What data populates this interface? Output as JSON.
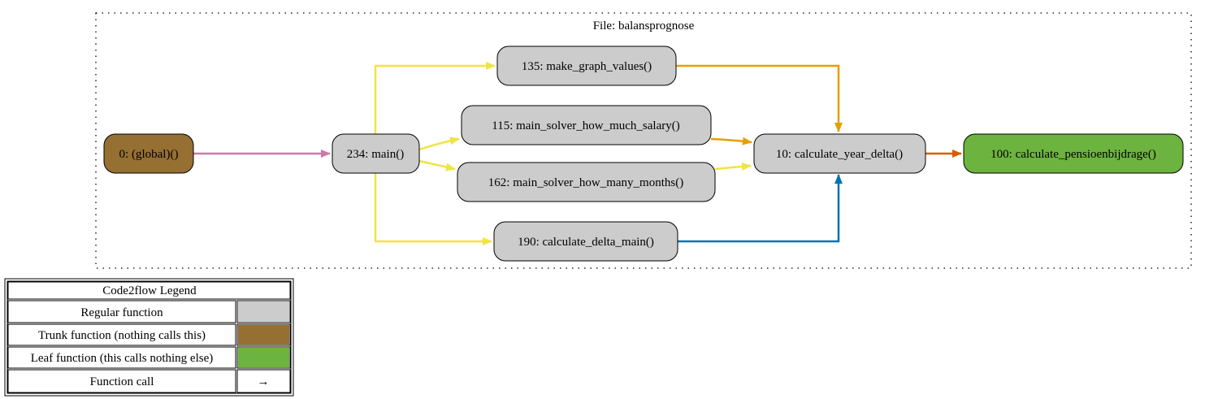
{
  "cluster": {
    "label": "File: balansprognose"
  },
  "nodes": {
    "global": {
      "label": "0: (global)()",
      "kind": "trunk"
    },
    "main": {
      "label": "234: main()",
      "kind": "regular"
    },
    "make_graph_values": {
      "label": "135: make_graph_values()",
      "kind": "regular"
    },
    "main_solver_how_much_salary": {
      "label": "115: main_solver_how_much_salary()",
      "kind": "regular"
    },
    "main_solver_how_many_months": {
      "label": "162: main_solver_how_many_months()",
      "kind": "regular"
    },
    "calculate_delta_main": {
      "label": "190: calculate_delta_main()",
      "kind": "regular"
    },
    "calculate_year_delta": {
      "label": "10: calculate_year_delta()",
      "kind": "regular"
    },
    "calculate_pensioenbijdrage": {
      "label": "100: calculate_pensioenbijdrage()",
      "kind": "leaf"
    }
  },
  "edges": [
    {
      "from": "0: (global)()",
      "to": "234: main()",
      "color": "#cc79a7"
    },
    {
      "from": "234: main()",
      "to": "135: make_graph_values()",
      "color": "#f0e442"
    },
    {
      "from": "234: main()",
      "to": "115: main_solver_how_much_salary()",
      "color": "#f0e442"
    },
    {
      "from": "234: main()",
      "to": "162: main_solver_how_many_months()",
      "color": "#f0e442"
    },
    {
      "from": "234: main()",
      "to": "190: calculate_delta_main()",
      "color": "#f0e442"
    },
    {
      "from": "135: make_graph_values()",
      "to": "10: calculate_year_delta()",
      "color": "#e69f00"
    },
    {
      "from": "115: main_solver_how_much_salary()",
      "to": "10: calculate_year_delta()",
      "color": "#e69f00"
    },
    {
      "from": "162: main_solver_how_many_months()",
      "to": "10: calculate_year_delta()",
      "color": "#f0e442"
    },
    {
      "from": "190: calculate_delta_main()",
      "to": "10: calculate_year_delta()",
      "color": "#0072b2"
    },
    {
      "from": "10: calculate_year_delta()",
      "to": "100: calculate_pensioenbijdrage()",
      "color": "#d55e00"
    }
  ],
  "colors": {
    "regular": "#cccccc",
    "trunk": "#966f33",
    "leaf": "#6db33f"
  },
  "legend": {
    "title": "Code2flow Legend",
    "rows": [
      {
        "label": "Regular function",
        "swatch": "regular"
      },
      {
        "label": "Trunk function (nothing calls this)",
        "swatch": "trunk"
      },
      {
        "label": "Leaf function (this calls nothing else)",
        "swatch": "leaf"
      },
      {
        "label": "Function call",
        "symbol": "→"
      }
    ]
  }
}
